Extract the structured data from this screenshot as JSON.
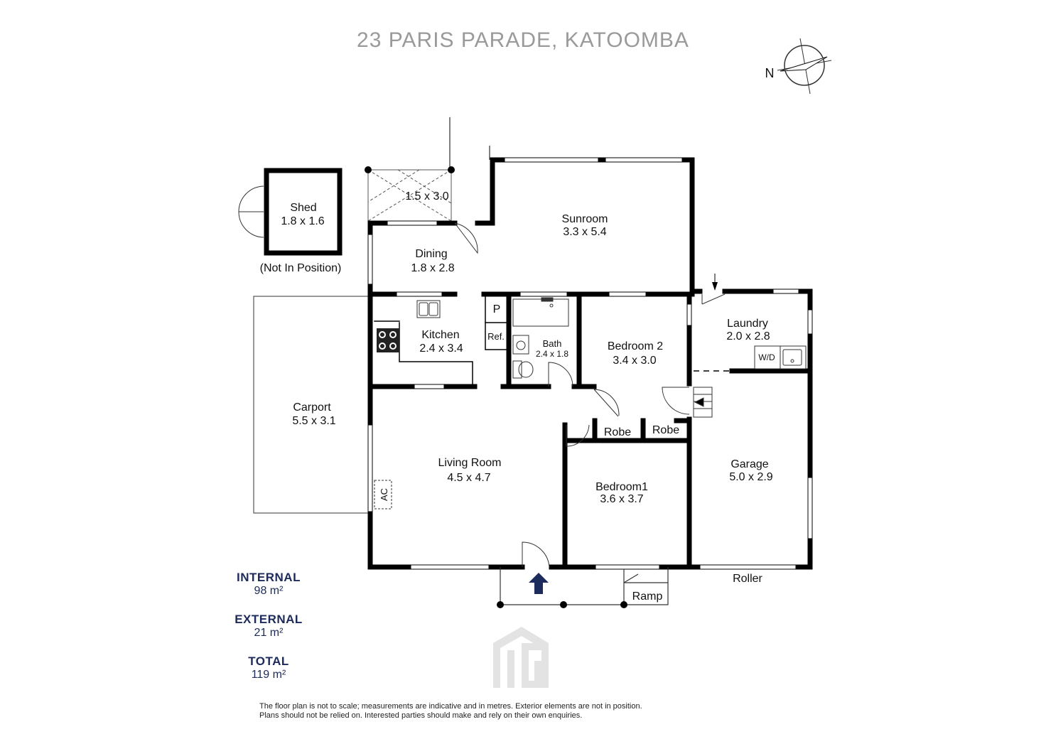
{
  "title": "23 PARIS PARADE, KATOOMBA",
  "compass": {
    "label": "N"
  },
  "rooms": {
    "shed": {
      "name": "Shed",
      "dims": "1.8 x 1.6",
      "note": "(Not In Position)"
    },
    "deck": {
      "dims": "1.5 x 3.0"
    },
    "dining": {
      "name": "Dining",
      "dims": "1.8 x 2.8"
    },
    "sunroom": {
      "name": "Sunroom",
      "dims": "3.3 x 5.4"
    },
    "kitchen": {
      "name": "Kitchen",
      "dims": "2.4 x 3.4"
    },
    "pantry": {
      "name": "P"
    },
    "fridge": {
      "name": "Ref."
    },
    "bath": {
      "name": "Bath",
      "dims": "2.4 x 1.8"
    },
    "bedroom2": {
      "name": "Bedroom 2",
      "dims": "3.4 x 3.0"
    },
    "laundry": {
      "name": "Laundry",
      "dims": "2.0 x 2.8",
      "fixture": "W/D"
    },
    "carport": {
      "name": "Carport",
      "dims": "5.5 x 3.1"
    },
    "living": {
      "name": "Living Room",
      "dims": "4.5 x 4.7",
      "ac": "AC"
    },
    "robe1": {
      "name": "Robe"
    },
    "robe2": {
      "name": "Robe"
    },
    "bedroom1": {
      "name": "Bedroom1",
      "dims": "3.6 x 3.7"
    },
    "garage": {
      "name": "Garage",
      "dims": "5.0 x 2.9",
      "door": "Roller"
    },
    "ramp": {
      "name": "Ramp"
    }
  },
  "areas": {
    "internal": {
      "label": "INTERNAL",
      "value": "98 m²"
    },
    "external": {
      "label": "EXTERNAL",
      "value": "21 m²"
    },
    "total": {
      "label": "TOTAL",
      "value": "119 m²"
    }
  },
  "disclaimer": [
    "The floor plan is not to scale; measurements are indicative and in metres. Exterior elements are not in position.",
    "Plans should not be relied on. Interested parties should make and rely on their own enquiries."
  ],
  "colors": {
    "wall": "#000000",
    "accent": "#1c2a5c",
    "title": "#9a9a9a",
    "logo": "#e3e3e3"
  },
  "icons": [
    "compass-icon",
    "entry-arrow-icon",
    "logo-icon",
    "sink-icon",
    "cooktop-icon",
    "toilet-icon",
    "bathtub-icon"
  ]
}
